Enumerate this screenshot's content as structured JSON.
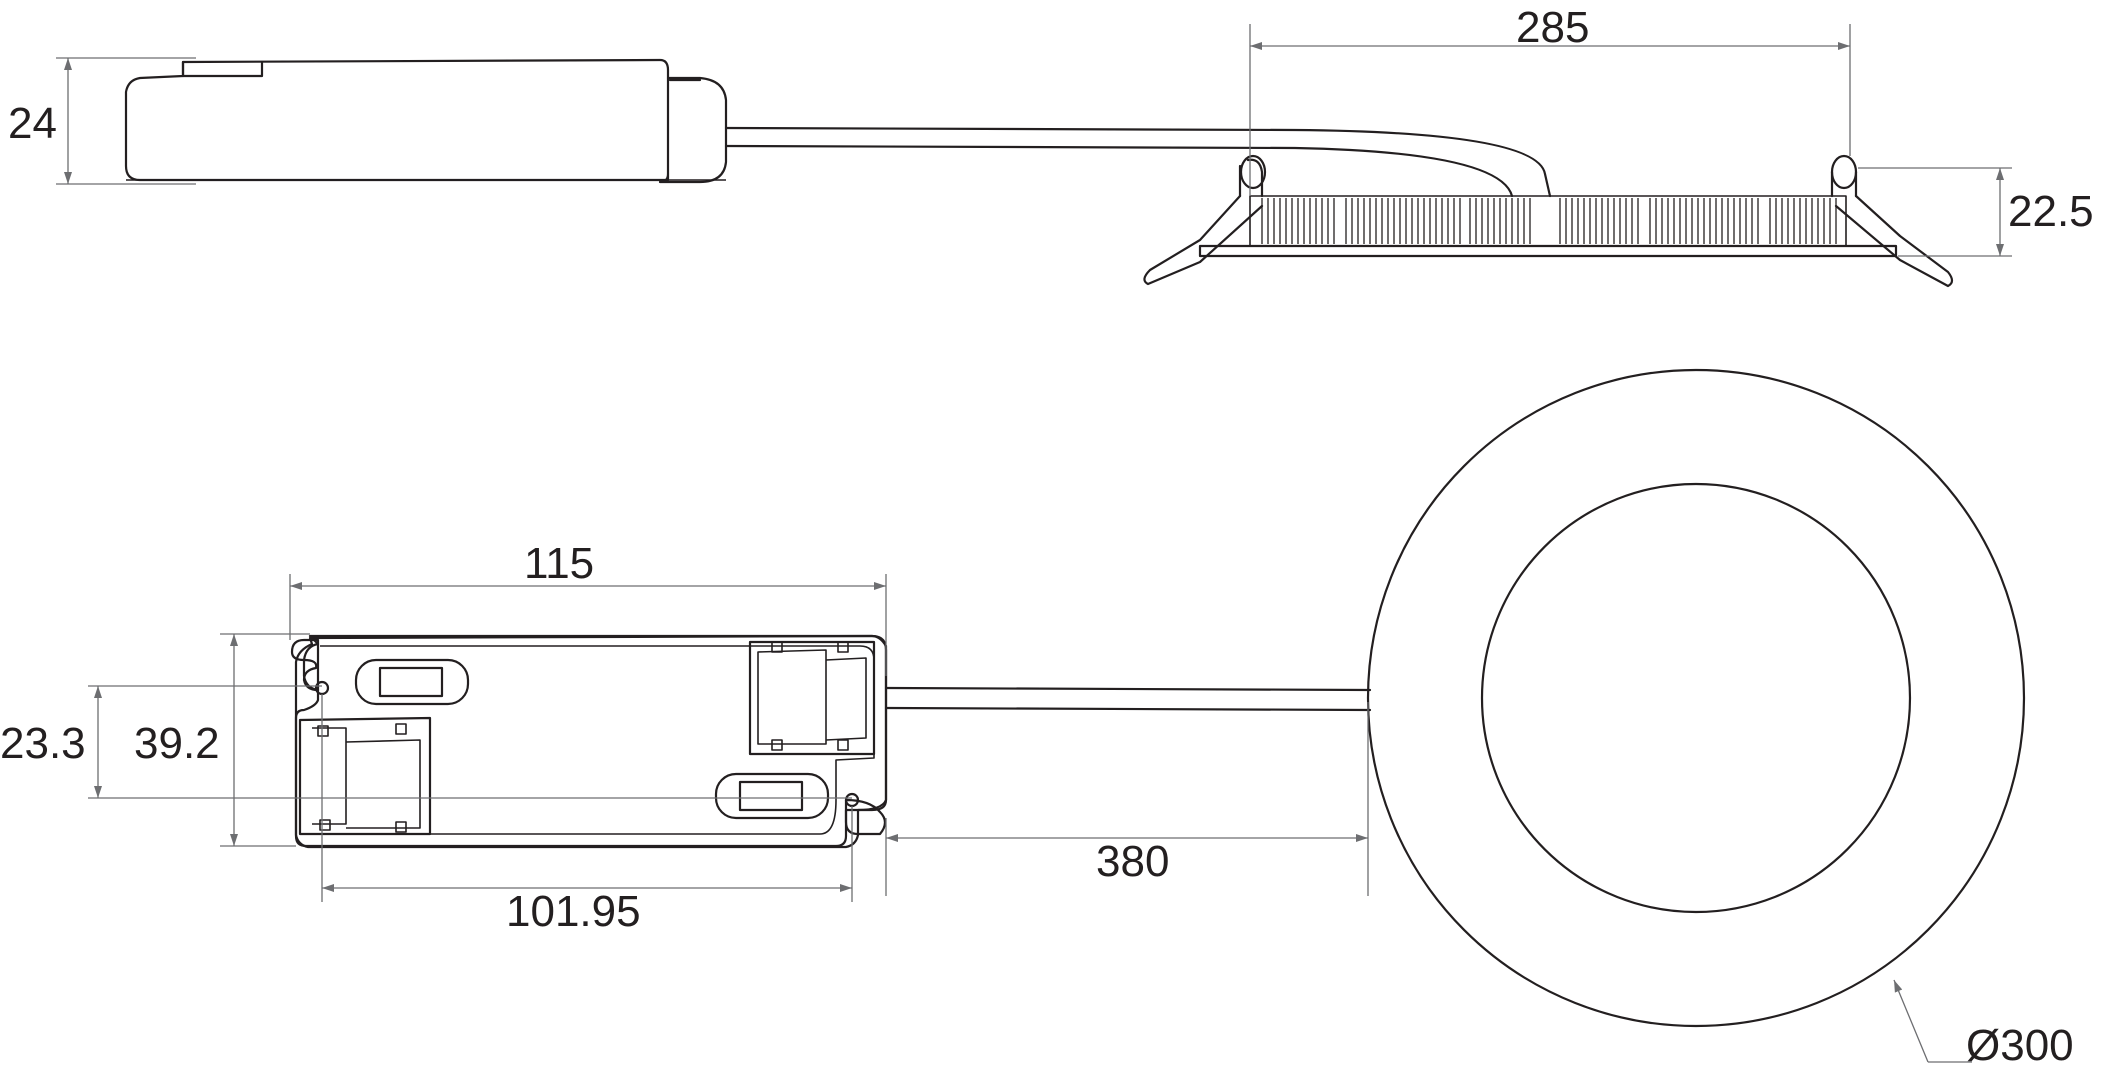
{
  "dimensions": {
    "driver_height": "24",
    "panel_width": "285",
    "panel_height": "22.5",
    "driver_length": "115",
    "driver_mount_offset": "23.3",
    "driver_width": "39.2",
    "driver_hole_spacing": "101.95",
    "cable_length": "380",
    "panel_diameter": "Ø300"
  },
  "colors": {
    "outline": "#231f20",
    "dimension_lines": "#6d6e71",
    "background": "#ffffff"
  }
}
